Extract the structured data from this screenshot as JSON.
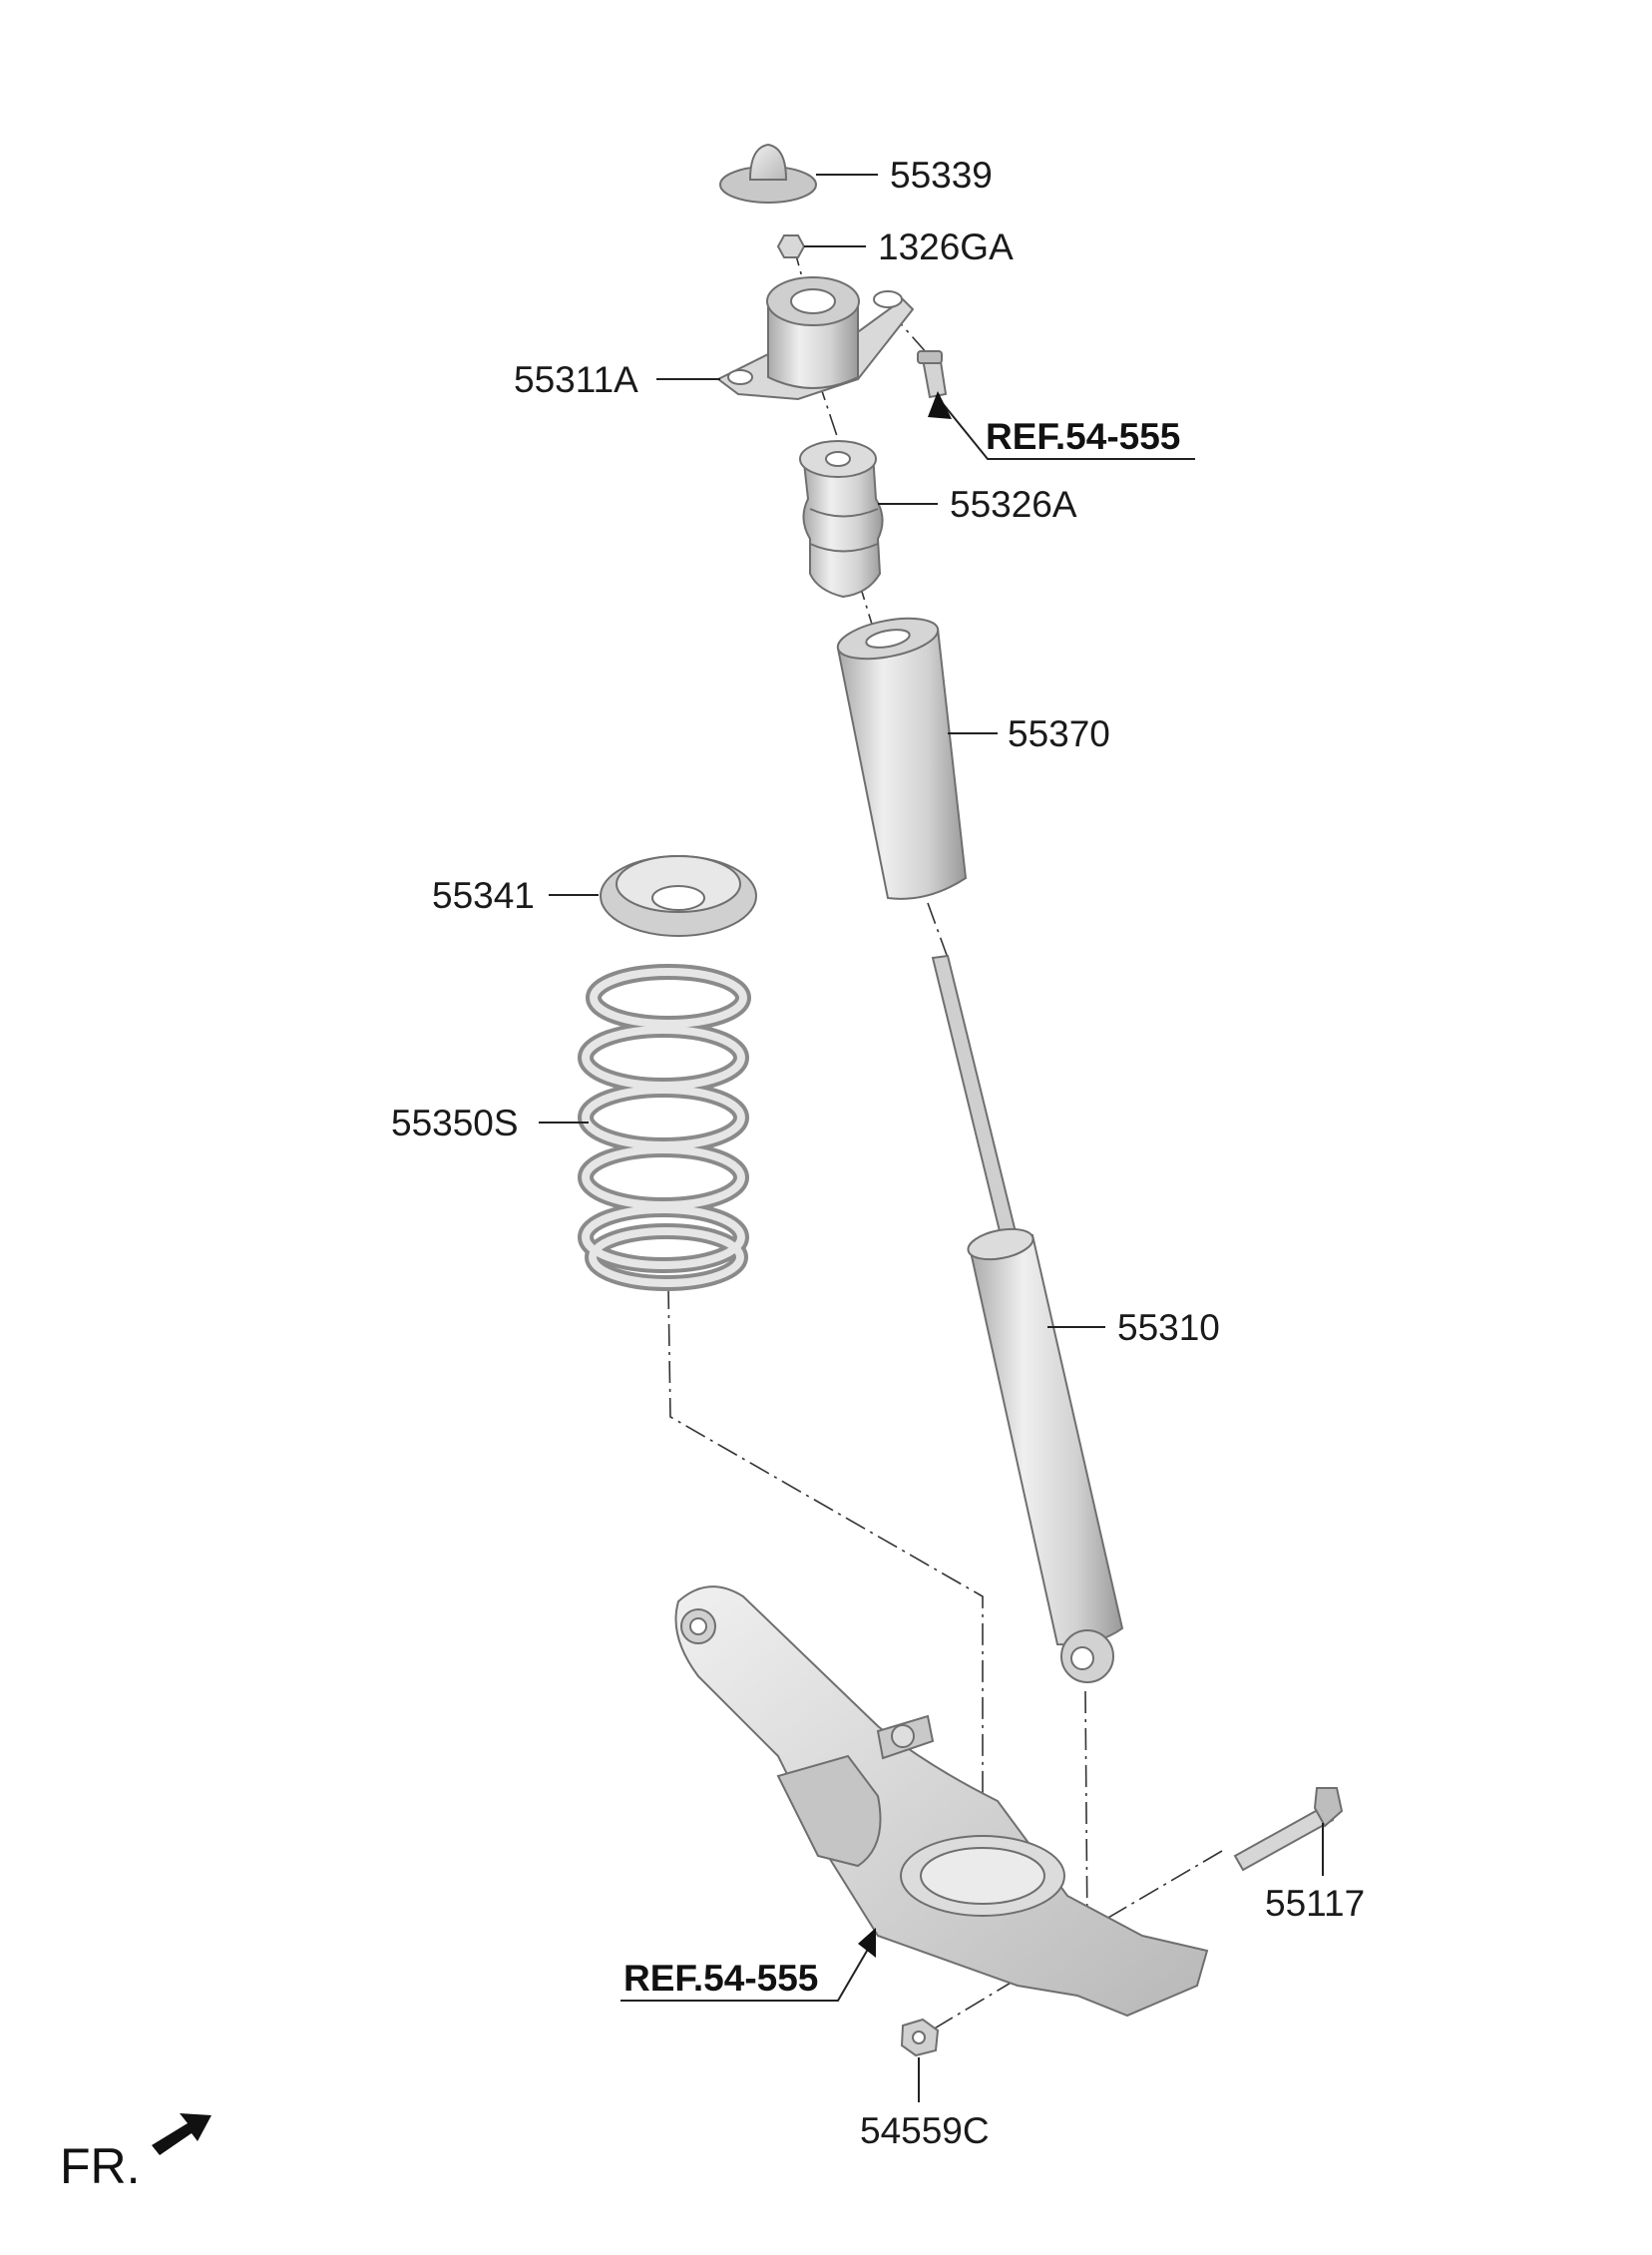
{
  "labels": {
    "p55339": "55339",
    "p1326GA": "1326GA",
    "p55311A": "55311A",
    "ref_top": "REF.54-555",
    "p55326A": "55326A",
    "p55370": "55370",
    "p55341": "55341",
    "p55350S": "55350S",
    "p55310": "55310",
    "p55117": "55117",
    "ref_bottom": "REF.54-555",
    "p54559C": "54559C",
    "fr": "FR."
  },
  "colors": {
    "part_light": "#ececec",
    "part_mid": "#cfcfcf",
    "part_dark": "#9d9d9d",
    "line": "#222222"
  }
}
